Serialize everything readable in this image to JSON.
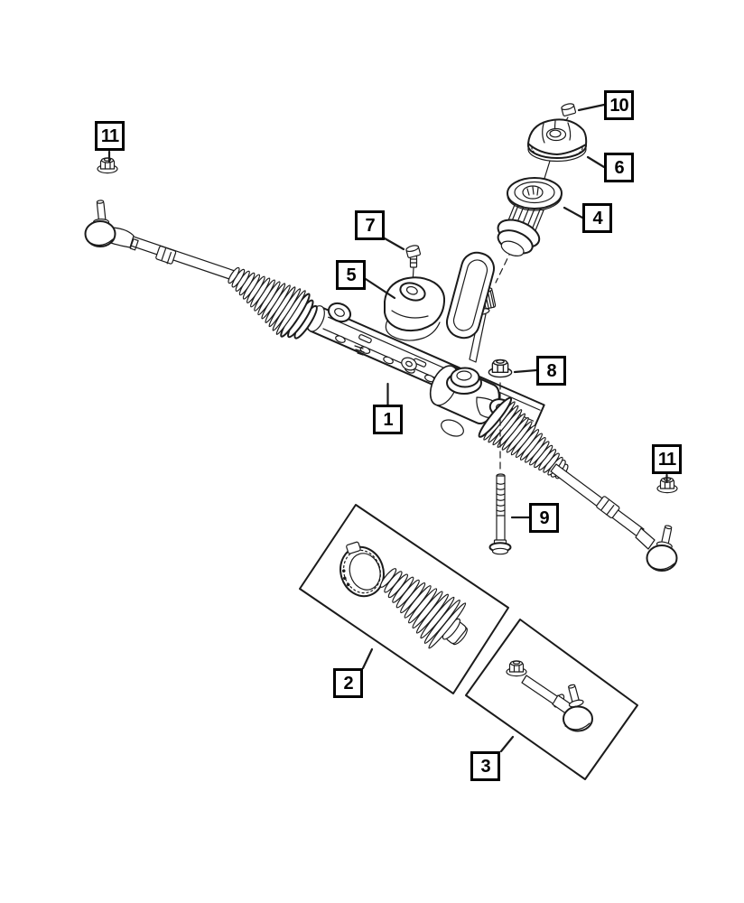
{
  "diagram": {
    "type": "exploded-parts-diagram",
    "subject": "rack-and-pinion-steering-gear-and-linkage",
    "background": "#ffffff",
    "line_color": "#1b1b1b",
    "label_border_color": "#000000",
    "label_text_color": "#000000"
  },
  "callouts": {
    "c1": {
      "number": "1",
      "part": "steering-gear-assembly"
    },
    "c2": {
      "number": "2",
      "part": "bellows-boot-kit"
    },
    "c3": {
      "number": "3",
      "part": "outer-tie-rod-end-kit"
    },
    "c4": {
      "number": "4",
      "part": "pinion-shaft-bushing"
    },
    "c5": {
      "number": "5",
      "part": "mounting-bracket"
    },
    "c6": {
      "number": "6",
      "part": "dust-cover"
    },
    "c7": {
      "number": "7",
      "part": "bracket-screw"
    },
    "c8": {
      "number": "8",
      "part": "mounting-nut"
    },
    "c9": {
      "number": "9",
      "part": "mounting-bolt"
    },
    "c10": {
      "number": "10",
      "part": "cap"
    },
    "c11a": {
      "number": "11",
      "part": "tie-rod-nut-left"
    },
    "c11b": {
      "number": "11",
      "part": "tie-rod-nut-right"
    }
  }
}
